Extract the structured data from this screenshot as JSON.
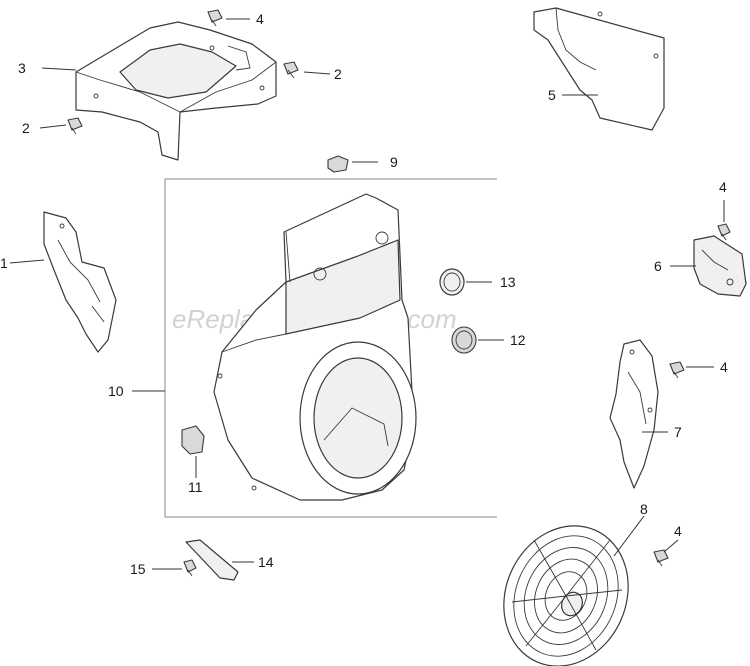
{
  "watermark": "eReplacementParts.com",
  "callouts": {
    "c1": "1",
    "c2a": "2",
    "c2b": "2",
    "c3": "3",
    "c4a": "4",
    "c4b": "4",
    "c4c": "4",
    "c4d": "4",
    "c5": "5",
    "c6": "6",
    "c7": "7",
    "c8": "8",
    "c9": "9",
    "c10": "10",
    "c11": "11",
    "c12": "12",
    "c13": "13",
    "c14": "14",
    "c15": "15"
  }
}
